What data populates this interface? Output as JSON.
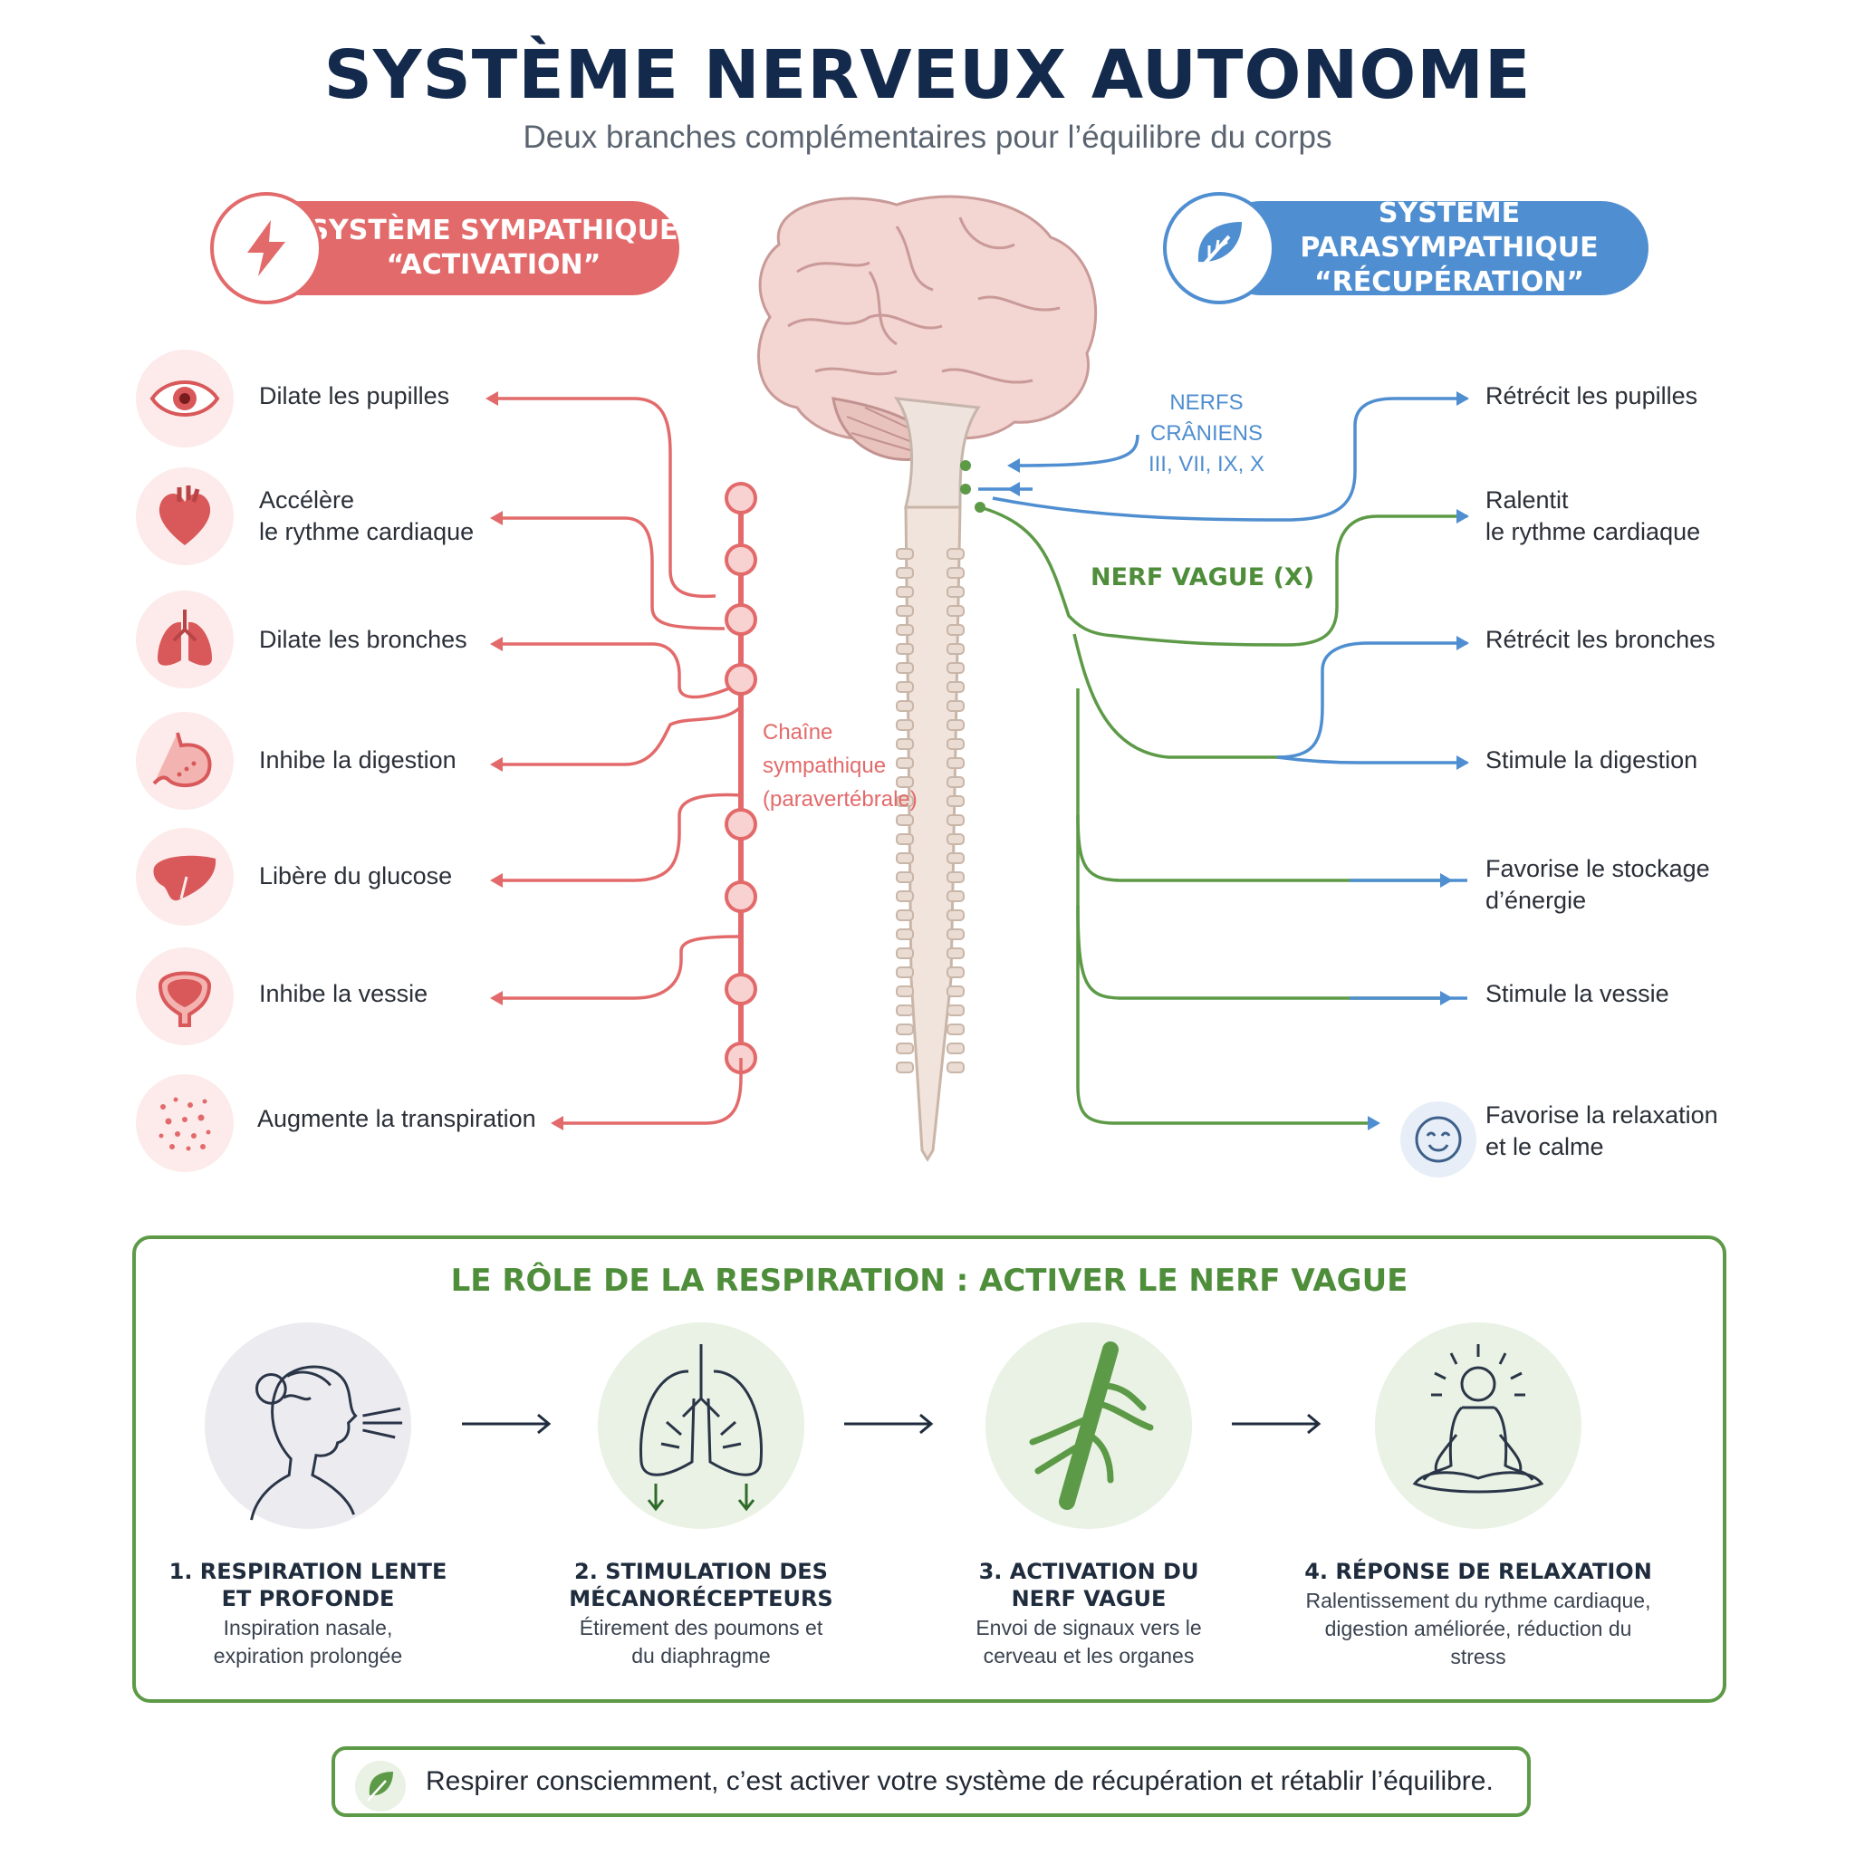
{
  "header": {
    "title": "SYSTÈME NERVEUX AUTONOME",
    "subtitle": "Deux branches complémentaires pour l’équilibre du corps"
  },
  "sympathetic": {
    "name": "SYSTÈME SYMPATHIQUE",
    "tagline": "“ACTIVATION”",
    "color": "#e36a6b",
    "effects": [
      {
        "icon": "eye-icon",
        "lines": [
          "Dilate les pupilles"
        ]
      },
      {
        "icon": "heart-icon",
        "lines": [
          "Accélère",
          "le rythme cardiaque"
        ]
      },
      {
        "icon": "lungs-icon",
        "lines": [
          "Dilate les bronches"
        ]
      },
      {
        "icon": "stomach-icon",
        "lines": [
          "Inhibe la digestion"
        ]
      },
      {
        "icon": "liver-icon",
        "lines": [
          "Libère du glucose"
        ]
      },
      {
        "icon": "bladder-icon",
        "lines": [
          "Inhibe la vessie"
        ]
      },
      {
        "icon": "sweat-icon",
        "lines": [
          "Augmente la transpiration"
        ]
      }
    ],
    "chain_label": [
      "Chaîne",
      "sympathique",
      "(paravertébrale)"
    ]
  },
  "parasympathetic": {
    "name": "SYSTÈME PARASYMPATHIQUE",
    "tagline": "“RÉCUPÉRATION”",
    "color": "#4f8ed0",
    "cranial_label": [
      "NERFS CRÂNIENS",
      "III, VII, IX,  X"
    ],
    "vagus_label": "NERF VAGUE (X)",
    "vagus_color": "#5d9a47",
    "effects": [
      {
        "lines": [
          "Rétrécit les pupilles"
        ]
      },
      {
        "lines": [
          "Ralentit",
          "le rythme cardiaque"
        ]
      },
      {
        "lines": [
          "Rétrécit les bronches"
        ]
      },
      {
        "lines": [
          "Stimule la digestion"
        ]
      },
      {
        "lines": [
          "Favorise le stockage",
          "d’énergie"
        ]
      },
      {
        "lines": [
          "Stimule la vessie"
        ]
      },
      {
        "icon": "calm-face-icon",
        "lines": [
          "Favorise la relaxation",
          "et le calme"
        ]
      }
    ]
  },
  "breathing": {
    "title": "LE RÔLE DE LA RESPIRATION : ACTIVER LE NERF VAGUE",
    "steps": [
      {
        "icon": "breathing-person-icon",
        "title": [
          "1. RESPIRATION LENTE",
          "ET PROFONDE"
        ],
        "desc": [
          "Inspiration nasale,",
          "expiration prolongée"
        ]
      },
      {
        "icon": "lungs-diaphragm-icon",
        "title": [
          "2. STIMULATION DES",
          "MÉCANORÉCEPTEURS"
        ],
        "desc": [
          "Étirement des poumons et",
          "du diaphragme"
        ]
      },
      {
        "icon": "vagus-nerve-icon",
        "title": [
          "3. ACTIVATION DU",
          "NERF VAGUE"
        ],
        "desc": [
          "Envoi de signaux vers le",
          "cerveau et les organes"
        ]
      },
      {
        "icon": "meditation-icon",
        "title": [
          "4. RÉPONSE DE RELAXATION"
        ],
        "desc": [
          "Ralentissement du rythme cardiaque,",
          "digestion améliorée, réduction du",
          "stress"
        ]
      }
    ]
  },
  "footer": {
    "icon": "leaf-icon",
    "text": "Respirer consciemment, c’est activer votre système de récupération et rétablir l’équilibre."
  }
}
